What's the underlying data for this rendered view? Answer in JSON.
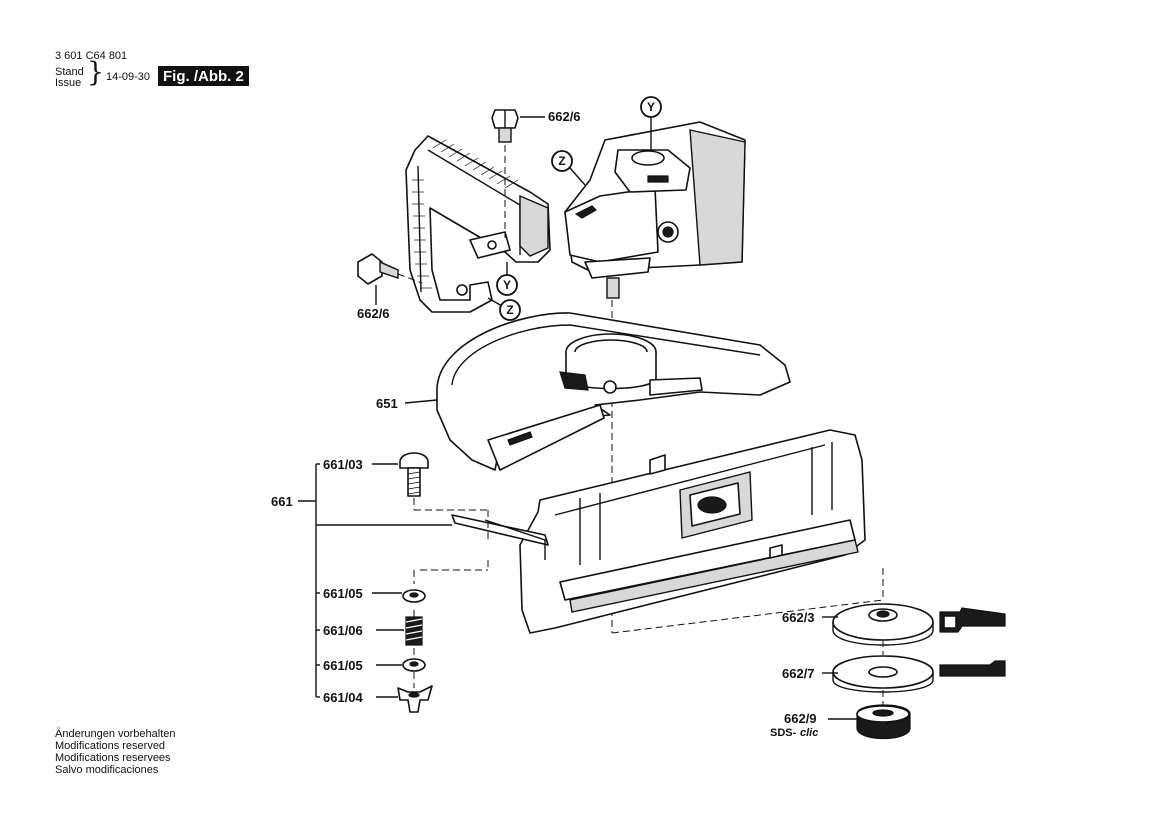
{
  "header": {
    "part_number": "3 601 C64 801",
    "stand_label": "Stand",
    "issue_label": "Issue",
    "date": "14-09-30",
    "figure_label": "Fig. /Abb. 2"
  },
  "callouts": {
    "y": "Y",
    "z": "Z"
  },
  "parts": {
    "p662_6_top": "662/6",
    "p662_6_left": "662/6",
    "p651": "651",
    "p661": "661",
    "p661_03": "661/03",
    "p661_05_a": "661/05",
    "p661_06": "661/06",
    "p661_05_b": "661/05",
    "p661_04": "661/04",
    "p662_3": "662/3",
    "p662_7": "662/7",
    "p662_9": "662/9",
    "sds_prefix": "SDS-",
    "sds_suffix": "clic"
  },
  "notes": [
    "Änderungen vorbehalten",
    "Modifications reserved",
    "Modifications reservees",
    "Salvo modificaciones"
  ]
}
